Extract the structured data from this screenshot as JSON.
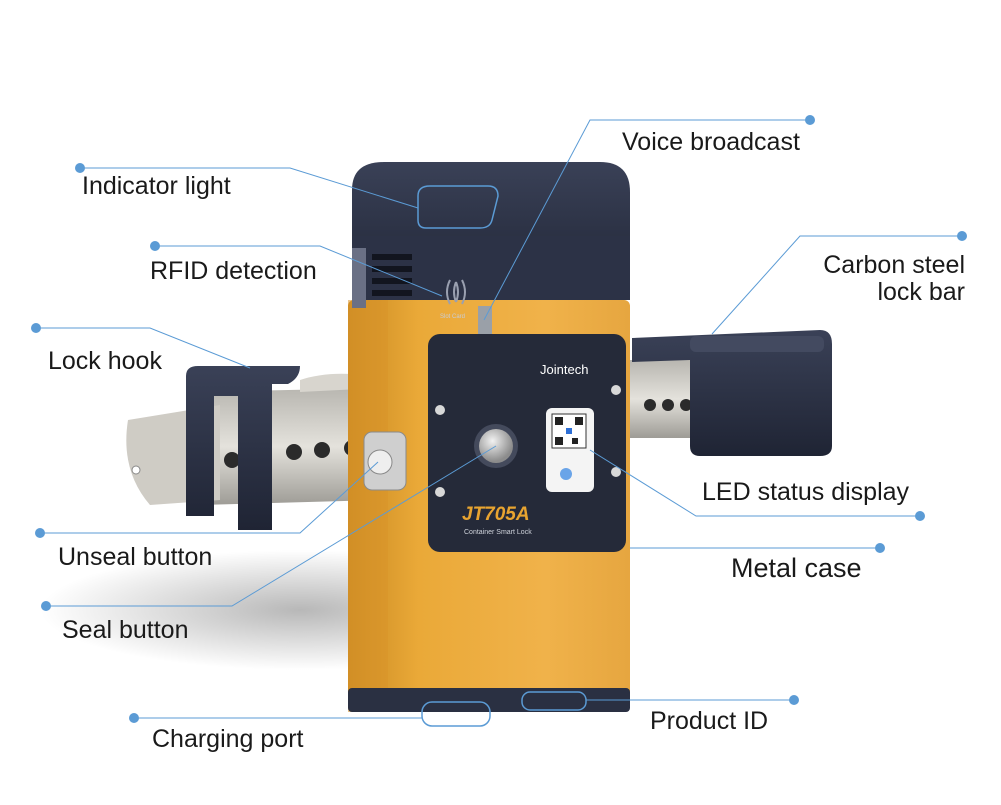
{
  "device": {
    "brand": "Jointech",
    "model": "JT705A",
    "subtitle": "Container Smart Lock",
    "rfid_caption": "Slot Card",
    "accent_color": "#e8a430",
    "body_color": "#2a3042",
    "callout_color": "#5b9bd5"
  },
  "callouts": {
    "indicator_light": "Indicator light",
    "rfid_detection": "RFID detection",
    "lock_hook": "Lock hook",
    "unseal_button": "Unseal button",
    "seal_button": "Seal button",
    "charging_port": "Charging port",
    "voice_broadcast": "Voice broadcast",
    "carbon_steel_line1": "Carbon steel",
    "carbon_steel_line2": "lock bar",
    "led_status_display": "LED status display",
    "metal_case": "Metal case",
    "product_id": "Product ID"
  }
}
